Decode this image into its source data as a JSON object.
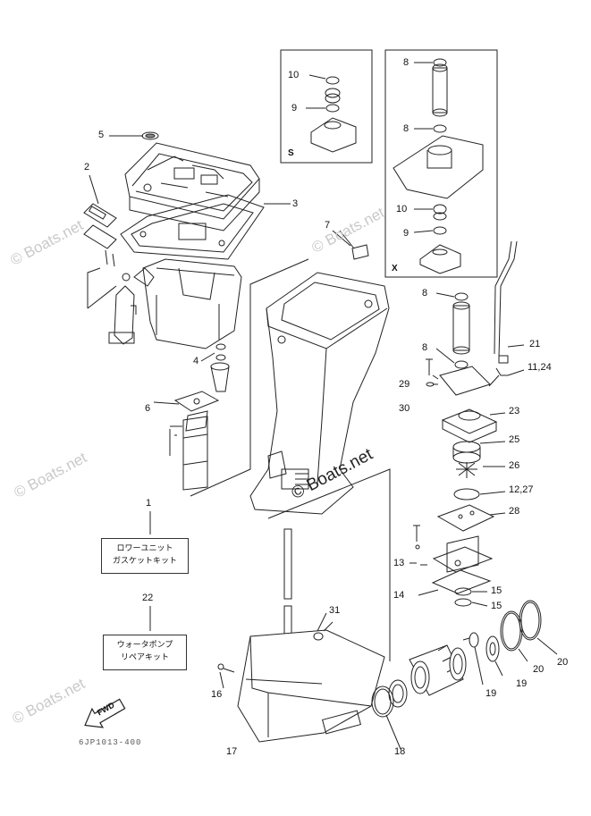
{
  "callouts": {
    "c1": "1",
    "c2": "2",
    "c3": "3",
    "c4": "4",
    "c5": "5",
    "c6": "6",
    "c7": "7",
    "c8a": "8",
    "c8b": "8",
    "c8c": "8",
    "c8d": "8",
    "c9a": "9",
    "c9b": "9",
    "c10a": "10",
    "c10b": "10",
    "c11": "11,24",
    "c12": "12,27",
    "c13": "13",
    "c14": "14",
    "c15a": "15",
    "c15b": "15",
    "c16": "16",
    "c17": "17",
    "c18": "18",
    "c19a": "19",
    "c19b": "19",
    "c20a": "20",
    "c20b": "20",
    "c21": "21",
    "c23": "23",
    "c25": "25",
    "c26": "26",
    "c28": "28",
    "c29": "29",
    "c30": "30",
    "c31": "31",
    "c22": "22"
  },
  "kits": {
    "gasket_line1": "ロワーユニット",
    "gasket_line2": "ガスケットキット",
    "pump_line1": "ウォータポンプ",
    "pump_line2": "リペアキット"
  },
  "insets": {
    "s_label": "S",
    "x_label": "X"
  },
  "watermark": {
    "text": "© Boats.net",
    "center_text": "© Boats.net"
  },
  "fwd_label": "FWD",
  "drawing_code": "6JP1013-400"
}
